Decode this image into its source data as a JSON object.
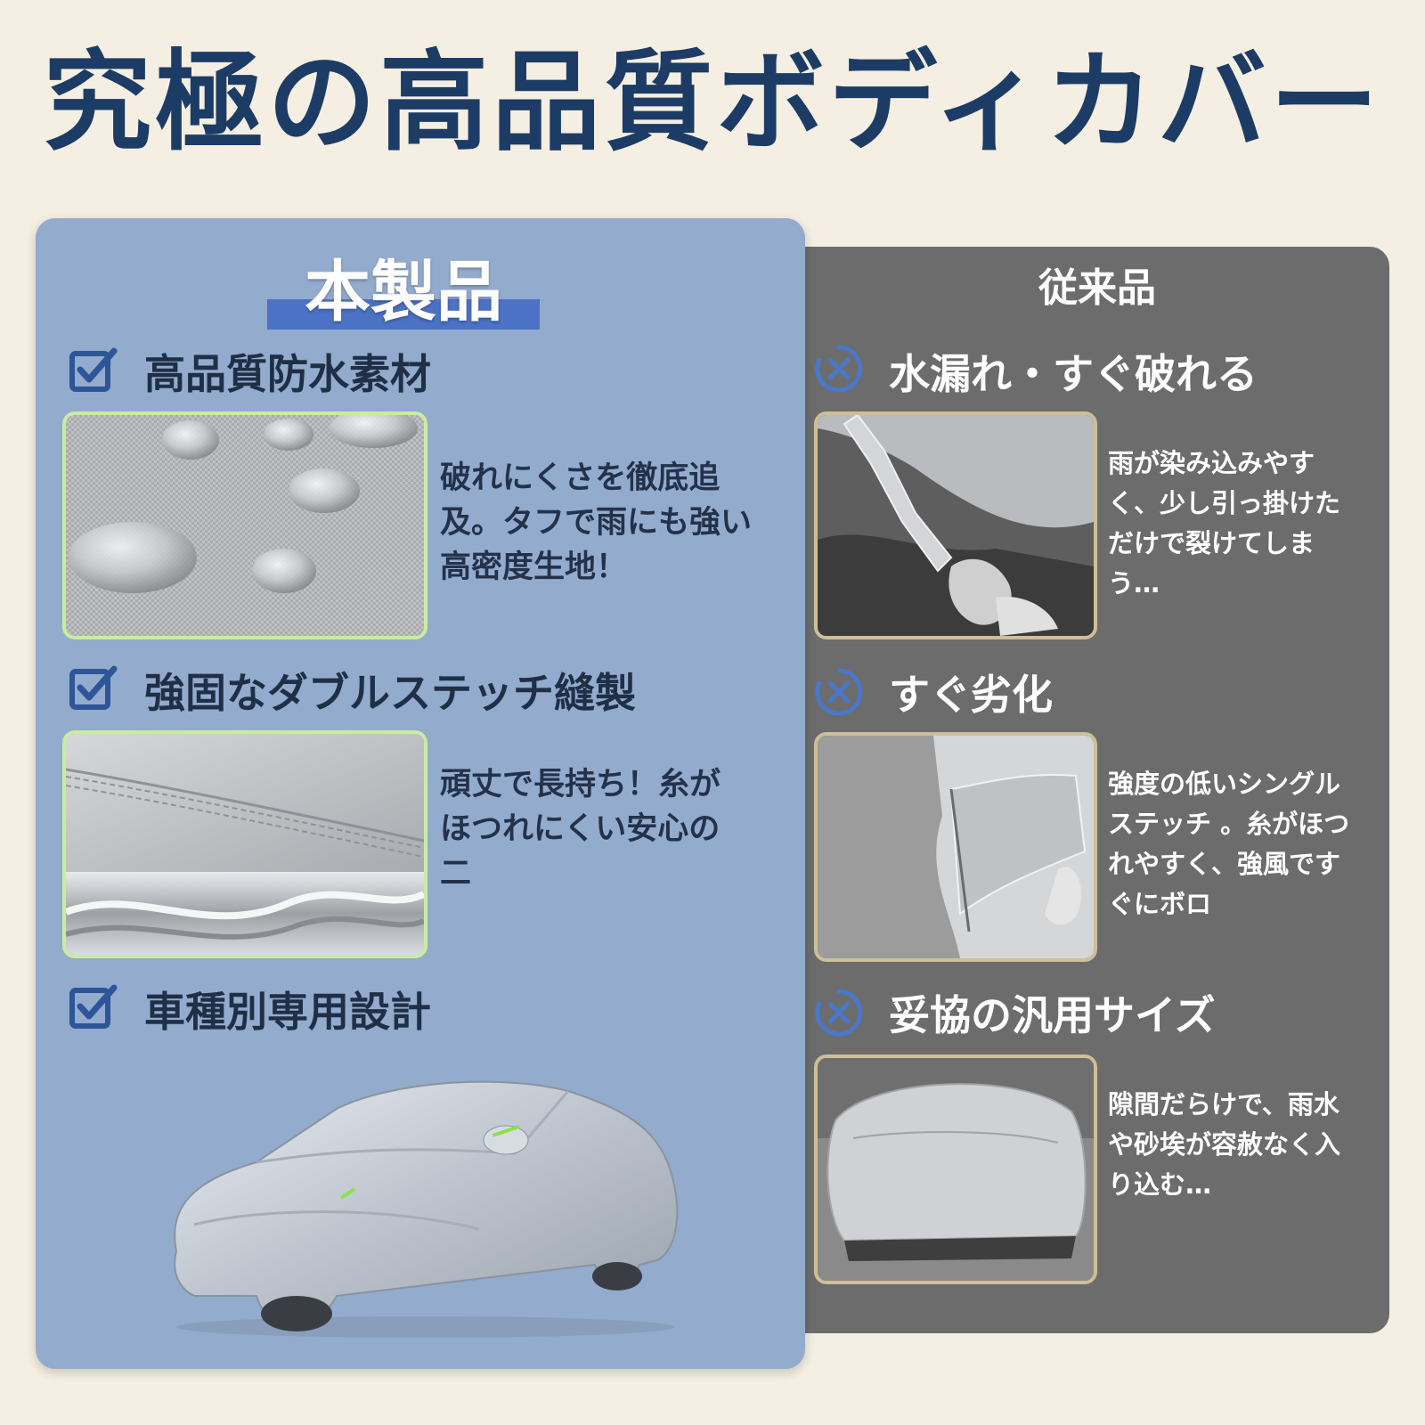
{
  "title": "究極の高品質ボディカバー",
  "left": {
    "heading": "本製品",
    "features": [
      {
        "label": "高品質防水素材",
        "description": "破れにくさを徹底追及。タフで雨にも強い高密度生地！"
      },
      {
        "label": "強固なダブルステッチ縫製",
        "description": "頑丈で長持ち！糸がほつれにくい安心の二"
      },
      {
        "label": "車種別専用設計"
      }
    ]
  },
  "right": {
    "heading": "従来品",
    "items": [
      {
        "label": "水漏れ・すぐ破れる",
        "description": "雨が染み込みやすく、少し引っ掛けただけで裂けてしまう…"
      },
      {
        "label": "すぐ劣化",
        "description": "強度の低いシングルステッチ 。糸がほつれやすく、強風ですぐにボロ"
      },
      {
        "label": "妥協の汎用サイズ",
        "description": "隙間だらけで、雨水や砂埃が容赦なく入り込む…"
      }
    ]
  },
  "colors": {
    "title": "#1c3c66",
    "left_panel": "#93abcd",
    "right_panel": "#6c6c6c",
    "heading_bar": "#4c72c5",
    "check": "#2d5597",
    "cross": "#4a77c8"
  }
}
